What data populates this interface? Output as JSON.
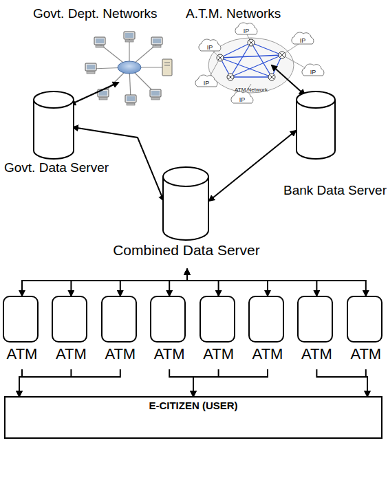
{
  "diagram": {
    "nodes": [
      {
        "text": [
          "Govt. Dept. Networks"
        ]
      },
      {
        "text": [
          "A.T.M. Networks"
        ]
      },
      {
        "text": [
          "Govt. Data Server"
        ]
      },
      {
        "text": [
          "Bank Data Server"
        ]
      },
      {
        "text": [
          "Combined Data Server"
        ]
      },
      {
        "text": [
          "ATM"
        ]
      },
      {
        "text": [
          "ATM"
        ]
      },
      {
        "text": [
          "ATM"
        ]
      },
      {
        "text": [
          "ATM"
        ]
      },
      {
        "text": [
          "ATM"
        ]
      },
      {
        "text": [
          "ATM"
        ]
      },
      {
        "text": [
          "ATM"
        ]
      },
      {
        "text": [
          "ATM"
        ]
      },
      {
        "text": [
          "E-CITIZEN (USER)"
        ]
      }
    ],
    "edges": [
      {
        "from": 0,
        "to": 2,
        "arrow": "both"
      },
      {
        "from": 1,
        "to": 3,
        "arrow": "both"
      },
      {
        "from": 2,
        "to": 4,
        "arrow": "both"
      },
      {
        "from": 3,
        "to": 4,
        "arrow": "both"
      },
      {
        "from": 4,
        "to": 5,
        "arrow": "both"
      },
      {
        "from": 4,
        "to": 6,
        "arrow": "both"
      },
      {
        "from": 4,
        "to": 7,
        "arrow": "both"
      },
      {
        "from": 4,
        "to": 8,
        "arrow": "both"
      },
      {
        "from": 4,
        "to": 9,
        "arrow": "both"
      },
      {
        "from": 4,
        "to": 10,
        "arrow": "both"
      },
      {
        "from": 4,
        "to": 11,
        "arrow": "both"
      },
      {
        "from": 4,
        "to": 12,
        "arrow": "both"
      },
      {
        "from": 5,
        "to": 13,
        "arrow": "to"
      },
      {
        "from": 6,
        "to": 13,
        "arrow": "to"
      },
      {
        "from": 7,
        "to": 13,
        "arrow": "to"
      },
      {
        "from": 8,
        "to": 13,
        "arrow": "to"
      },
      {
        "from": 9,
        "to": 13,
        "arrow": "to"
      },
      {
        "from": 10,
        "to": 13,
        "arrow": "to"
      },
      {
        "from": 11,
        "to": 13,
        "arrow": "to"
      },
      {
        "from": 12,
        "to": 13,
        "arrow": "to"
      }
    ],
    "labels": [
      "IP",
      "IP",
      "IP",
      "IP",
      "IP",
      "IP",
      "ATM Network"
    ]
  }
}
